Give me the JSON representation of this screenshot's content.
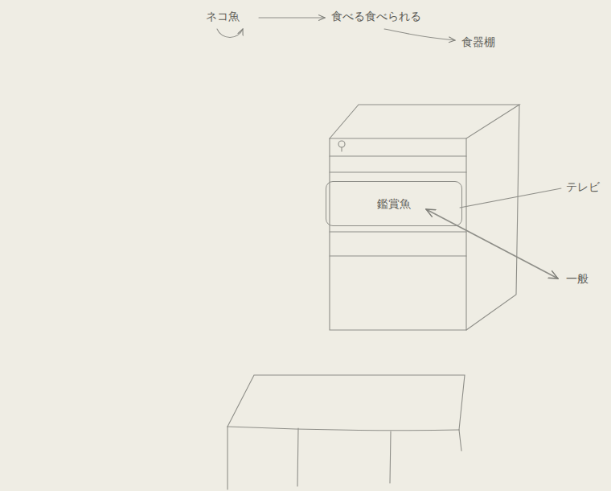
{
  "diagram": {
    "nodes": [
      {
        "text": [
          "鑑賞魚"
        ]
      }
    ],
    "labels": [
      "ネコ魚",
      "食べる食べられる",
      "食器棚",
      "テレビ",
      "一般"
    ]
  }
}
